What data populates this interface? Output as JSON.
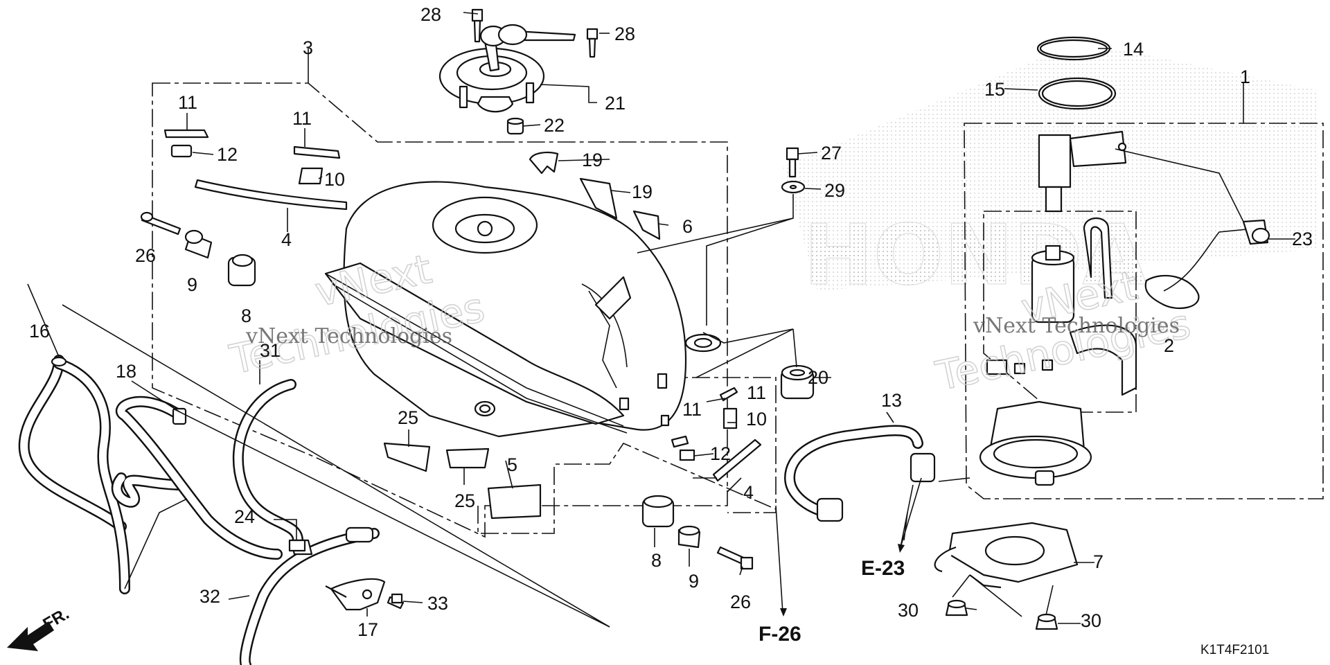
{
  "diagram": {
    "part_numbers": {
      "p1": "1",
      "p2": "2",
      "p3": "3",
      "p4a": "4",
      "p4b": "4",
      "p5": "5",
      "p6": "6",
      "p7": "7",
      "p8a": "8",
      "p8b": "8",
      "p9a": "9",
      "p9b": "9",
      "p10a": "10",
      "p10b": "10",
      "p11a": "11",
      "p11b": "11",
      "p11c": "11",
      "p11d": "11",
      "p12a": "12",
      "p12b": "12",
      "p13": "13",
      "p14": "14",
      "p15": "15",
      "p16": "16",
      "p17": "17",
      "p18": "18",
      "p19a": "19",
      "p19b": "19",
      "p20": "20",
      "p21": "21",
      "p22": "22",
      "p23": "23",
      "p24": "24",
      "p25a": "25",
      "p25b": "25",
      "p26a": "26",
      "p26b": "26",
      "p27": "27",
      "p28a": "28",
      "p28b": "28",
      "p29": "29",
      "p30a": "30",
      "p30b": "30",
      "p31": "31",
      "p32": "32",
      "p33": "33"
    },
    "references": {
      "e23": "E-23",
      "f26": "F-26"
    },
    "direction_label": "FR.",
    "diagram_code": "K1T4F2101",
    "watermarks": {
      "vnext": "vNext",
      "technologies": "Technologies",
      "vnext_technologies": "vNext Technologies",
      "brand": "HONDA"
    }
  }
}
